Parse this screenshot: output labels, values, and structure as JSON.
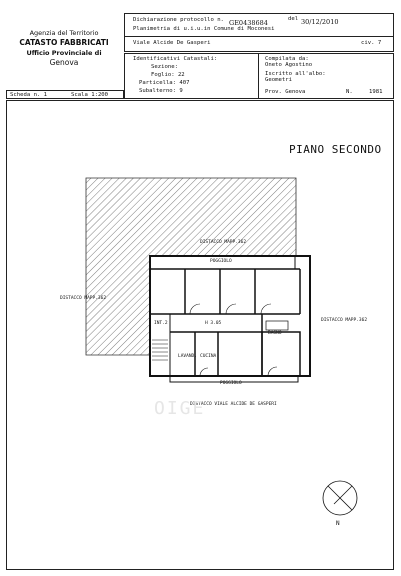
{
  "agency": {
    "line1": "Agenzia del Territorio",
    "line2": "CATASTO FABBRICATI",
    "line3": "Ufficio Provinciale di",
    "line4": "Genova"
  },
  "declaration": {
    "protocol_label": "Dichiarazione protocollo n.",
    "protocol_number": "GE0438684",
    "date_label": "del",
    "date": "30/12/2010",
    "plan_label": "Planimetria di u.i.u.in Comune di Moconesi",
    "address": "Viale Alcide De Gasperi",
    "civ_label": "civ. 7"
  },
  "identifiers": {
    "title": "Identificativi Catastali:",
    "sezione": "Sezione:",
    "foglio": "Foglio: 22",
    "particella": "Particella: 407",
    "subalterno": "Subalterno: 9"
  },
  "compiled": {
    "label": "Compilata da:",
    "name": "Oneto Agostino",
    "register_label": "Iscritto all'albo:",
    "register": "Geometri",
    "prov": "Prov. Genova",
    "number_label": "N.",
    "number": "1981"
  },
  "scheda": {
    "label": "Scheda n. 1",
    "scale": "Scala 1:200"
  },
  "plan": {
    "title": "PIANO SECONDO",
    "labels": {
      "distacco_top": "DISTACCO MAPP.362",
      "distacco_left": "DISTACCO MAPP.362",
      "distacco_right": "DISTACCO MAPP.362",
      "distacco_bottom": "DISTACCO VIALE ALCIDE DE GASPERI",
      "poggiolo_top": "POGGIOLO",
      "poggiolo_bottom": "POGGIOLO",
      "int": "INT.2",
      "height": "H 3.05",
      "bagno": "BAGNO",
      "lavand": "LAVAND.",
      "cucina": "CUCINA"
    },
    "north": "N",
    "watermark": "OIGE"
  }
}
